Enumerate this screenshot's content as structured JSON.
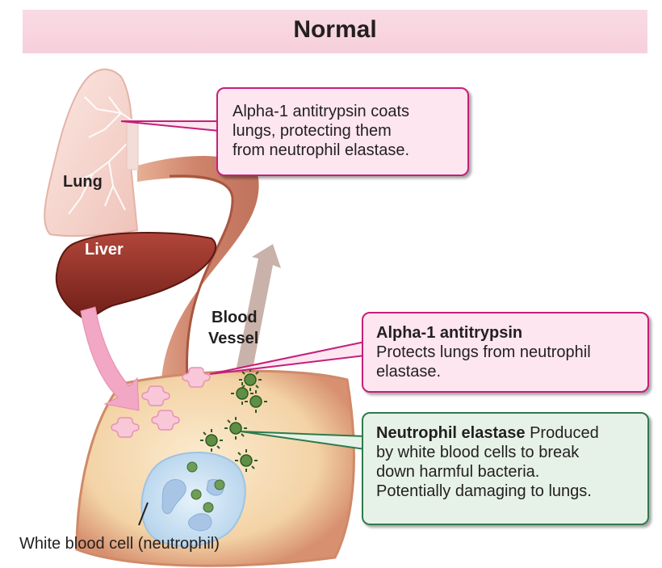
{
  "title": "Normal",
  "labels": {
    "lung": "Lung",
    "liver": "Liver",
    "blood_vessel_line1": "Blood",
    "blood_vessel_line2": "Vessel",
    "white_blood_cell": "White blood cell (neutrophil)"
  },
  "callouts": {
    "lungs": {
      "lines": [
        "Alpha-1 antitrypsin coats",
        "lungs, protecting them",
        "from neutrophil elastase."
      ]
    },
    "aat": {
      "heading": "Alpha-1 antitrypsin",
      "lines": [
        "Protects lungs from neutrophil",
        "elastase."
      ]
    },
    "elastase": {
      "heading": "Neutrophil elastase",
      "first_line_rest": " Produced",
      "lines": [
        "by white blood cells to break",
        "down harmful bacteria.",
        "Potentially damaging to lungs."
      ]
    }
  },
  "colors": {
    "banner": "#f7d3de",
    "pink_border": "#c41f7b",
    "pink_fill": "#fde6ef",
    "green_border": "#2e7a4c",
    "green_fill": "#e6f2e8",
    "vessel": "#d9876a",
    "vessel_interior": "#f6dcb6",
    "liver": "#8c2a20",
    "lung": "#f5d6cf",
    "elastase": "#4f8c3a",
    "aat_molecule": "#f6c2d3",
    "neutrophil": "#cfe3f2"
  }
}
